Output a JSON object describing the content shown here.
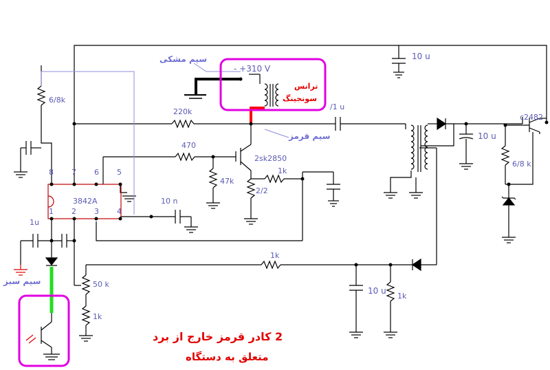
{
  "components": {
    "c_top": "10 u",
    "r_68k_left": "6/8k",
    "v310": "- +310 V",
    "r220k": "220k",
    "c_1u_out": "/1 u",
    "transistor_out": "c2482",
    "c_10u_right": "10 u",
    "r_68k_right": "6/8 k",
    "r470": "470",
    "r47k": "47k",
    "mosfet": "2sk2850",
    "r1k_gate": "1k",
    "r22": "2/2",
    "ic": "3842A",
    "c10n": "10 n",
    "c1u_left": "1u",
    "r1k_fb": "1k",
    "r50k": "50 k",
    "r1k_pot": "1k",
    "c10u_bottom": "10 u",
    "r1k_bottom": "1k"
  },
  "pins": {
    "p8": "8",
    "p7": "7",
    "p6": "6",
    "p5": "5",
    "p1": "1",
    "p2": "2",
    "p3": "3",
    "p4": "4"
  },
  "notes": {
    "black_wire": "سیم مشکی",
    "red_wire": "سیم قرمز",
    "green_wire": "سیم سبز",
    "transformer_line1": "ترانس",
    "transformer_line2": "سونجینگ",
    "bottom_line1": "2  کادر  قرمز  خارج از برد",
    "bottom_line2": "متعلق به دستگاه"
  },
  "colors": {
    "wire": "#000000",
    "annotation_wire": "#8c8cdc",
    "highlight_box": "#e100e1",
    "red_wire": "#ff0000",
    "green_wire": "#22dd22",
    "ic_outline": "#c00000"
  }
}
